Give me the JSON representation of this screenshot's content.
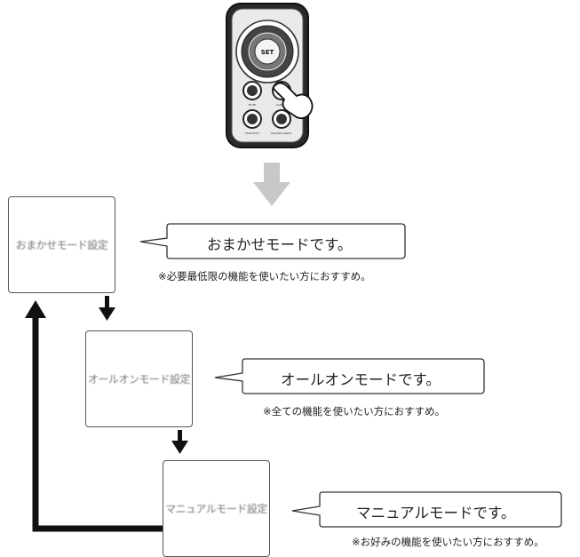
{
  "remote": {
    "set_label": "SET",
    "btn_labels": [
      "MUTE",
      "CAMERA",
      "DISP/HIGH",
      "RADAR/CANCEL"
    ]
  },
  "modes": [
    {
      "screen_label": "おまかせモード設定",
      "callout": "おまかせモードです。",
      "note": "※必要最低限の機能を使いたい方におすすめ。"
    },
    {
      "screen_label": "オールオンモード設定",
      "callout": "オールオンモードです。",
      "note": "※全ての機能を使いたい方におすすめ。"
    },
    {
      "screen_label": "マニュアルモード設定",
      "callout": "マニュアルモードです。",
      "note": "※お好みの機能を使いたい方におすすめ。"
    }
  ],
  "colors": {
    "arrow": "#111111",
    "big_arrow": "#c8c8c8",
    "border": "#444444"
  }
}
